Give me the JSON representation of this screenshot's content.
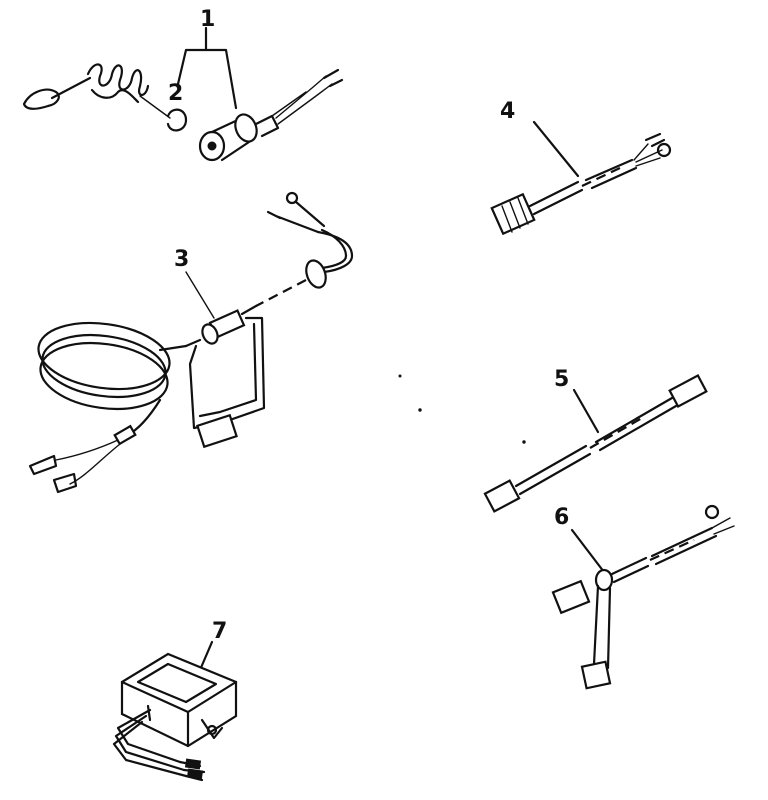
{
  "part_numbers": {
    "ref_1": "1",
    "ref_2": "2",
    "ref_3": "3",
    "ref_4": "4",
    "ref_5": "5",
    "ref_6": "6",
    "ref_7": "7"
  },
  "ink_color": "#111111",
  "background_color": "#ffffff"
}
